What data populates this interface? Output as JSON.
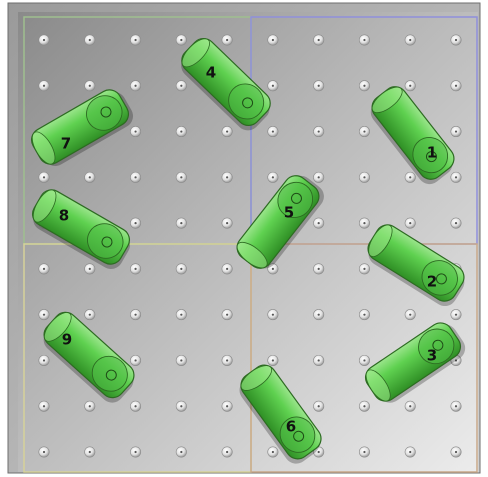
{
  "game": {
    "quadrants": [
      {
        "id": "top-left",
        "border_color": "#9fbf8f"
      },
      {
        "id": "top-right",
        "border_color": "#8f8fdc"
      },
      {
        "id": "bottom-left",
        "border_color": "#d6d29a"
      },
      {
        "id": "bottom-right",
        "border_color": "#c9a98a"
      }
    ],
    "peg_grid": {
      "columns": 10,
      "rows": 10
    },
    "pieces": [
      {
        "label": "1",
        "quadrant": "top-right"
      },
      {
        "label": "2",
        "quadrant": "bottom-right"
      },
      {
        "label": "3",
        "quadrant": "bottom-right"
      },
      {
        "label": "4",
        "quadrant": "top-left"
      },
      {
        "label": "5",
        "quadrant": "top-right"
      },
      {
        "label": "6",
        "quadrant": "bottom-right"
      },
      {
        "label": "7",
        "quadrant": "top-left"
      },
      {
        "label": "8",
        "quadrant": "top-left"
      },
      {
        "label": "9",
        "quadrant": "bottom-left"
      }
    ],
    "colors": {
      "piece_fill": "#55c94a",
      "piece_edge": "#2d6b22",
      "board_light": "#e6e6e6",
      "board_dark": "#8e8e8e",
      "frame": "#7a7a7a"
    }
  }
}
